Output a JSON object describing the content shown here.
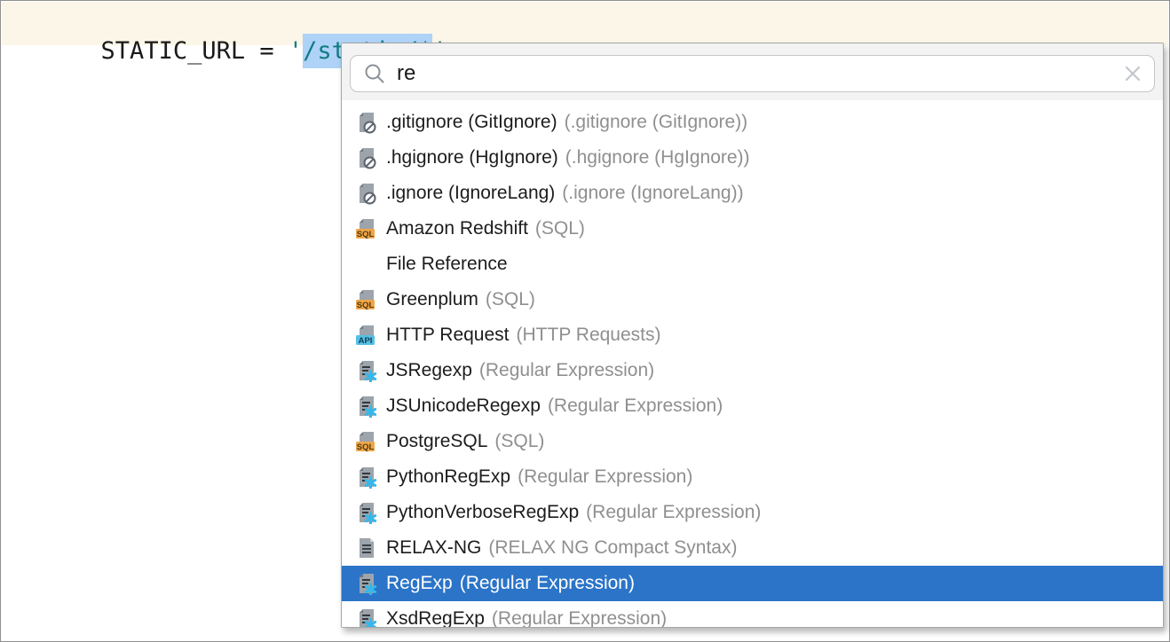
{
  "editor": {
    "code_prefix": "STATIC_URL = ",
    "open_quote": "'",
    "string_value": "/static/*",
    "close_quote": "'"
  },
  "popup": {
    "search": {
      "value": "re",
      "search_icon": "search-icon",
      "close_icon": "close-icon"
    },
    "items": [
      {
        "id": "gitignore",
        "label": ".gitignore (GitIgnore)",
        "hint": "(.gitignore (GitIgnore))",
        "icon": "ignore-file-icon",
        "selected": false
      },
      {
        "id": "hgignore",
        "label": ".hgignore (HgIgnore)",
        "hint": "(.hgignore (HgIgnore))",
        "icon": "ignore-file-icon",
        "selected": false
      },
      {
        "id": "ignorelang",
        "label": ".ignore (IgnoreLang)",
        "hint": "(.ignore (IgnoreLang))",
        "icon": "ignore-file-icon",
        "selected": false
      },
      {
        "id": "amazon-redshift",
        "label": "Amazon Redshift",
        "hint": "(SQL)",
        "icon": "sql-file-icon",
        "selected": false
      },
      {
        "id": "file-reference",
        "label": "File Reference",
        "hint": "",
        "icon": "none",
        "selected": false
      },
      {
        "id": "greenplum",
        "label": "Greenplum",
        "hint": "(SQL)",
        "icon": "sql-file-icon",
        "selected": false
      },
      {
        "id": "http-request",
        "label": "HTTP Request",
        "hint": "(HTTP Requests)",
        "icon": "api-file-icon",
        "selected": false
      },
      {
        "id": "jsregexp",
        "label": "JSRegexp",
        "hint": "(Regular Expression)",
        "icon": "regexp-file-icon",
        "selected": false
      },
      {
        "id": "jsunicoderegexp",
        "label": "JSUnicodeRegexp",
        "hint": "(Regular Expression)",
        "icon": "regexp-file-icon",
        "selected": false
      },
      {
        "id": "postgresql",
        "label": "PostgreSQL",
        "hint": "(SQL)",
        "icon": "sql-file-icon",
        "selected": false
      },
      {
        "id": "pythonregexp",
        "label": "PythonRegExp",
        "hint": "(Regular Expression)",
        "icon": "regexp-file-icon",
        "selected": false
      },
      {
        "id": "pythonverboseregexp",
        "label": "PythonVerboseRegExp",
        "hint": "(Regular Expression)",
        "icon": "regexp-file-icon",
        "selected": false
      },
      {
        "id": "relax-ng",
        "label": "RELAX-NG",
        "hint": "(RELAX NG Compact Syntax)",
        "icon": "text-file-icon",
        "selected": false
      },
      {
        "id": "regexp",
        "label": "RegExp",
        "hint": "(Regular Expression)",
        "icon": "regexp-file-icon",
        "selected": true
      },
      {
        "id": "xsdregexp",
        "label": "XsdRegExp",
        "hint": "(Regular Expression)",
        "icon": "regexp-file-icon",
        "selected": false
      }
    ]
  },
  "colors": {
    "selection_row_blue": "#2b74c8",
    "editor_band_cream": "#fbf6e7",
    "string_teal": "#0e7c80",
    "string_selection_blue": "#aed3f6",
    "sql_badge_orange": "#f0a64b",
    "api_badge_cyan": "#55c0e6",
    "regexp_star_cyan": "#33b8ec",
    "hint_gray": "#8f8f8f"
  }
}
